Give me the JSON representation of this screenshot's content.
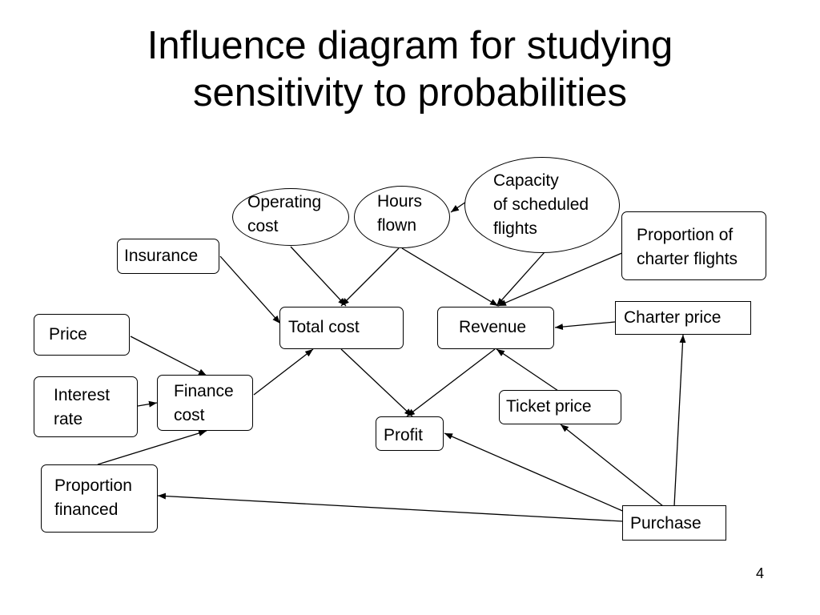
{
  "title": {
    "line1": "Influence diagram for studying",
    "line2": "sensitivity to probabilities"
  },
  "nodes": {
    "operating_cost": "Operating\ncost",
    "hours_flown": "Hours\nflown",
    "capacity": "Capacity\nof scheduled\nflights",
    "proportion_charter": "Proportion of\ncharter flights",
    "insurance": "Insurance",
    "total_cost": "Total cost",
    "revenue": "Revenue",
    "charter_price": "Charter price",
    "price": "Price",
    "interest_rate": "Interest\nrate",
    "finance_cost": "Finance\ncost",
    "ticket_price": "Ticket price",
    "profit": "Profit",
    "proportion_financed": "Proportion\nfinanced",
    "purchase": "Purchase"
  },
  "page_number": "4"
}
